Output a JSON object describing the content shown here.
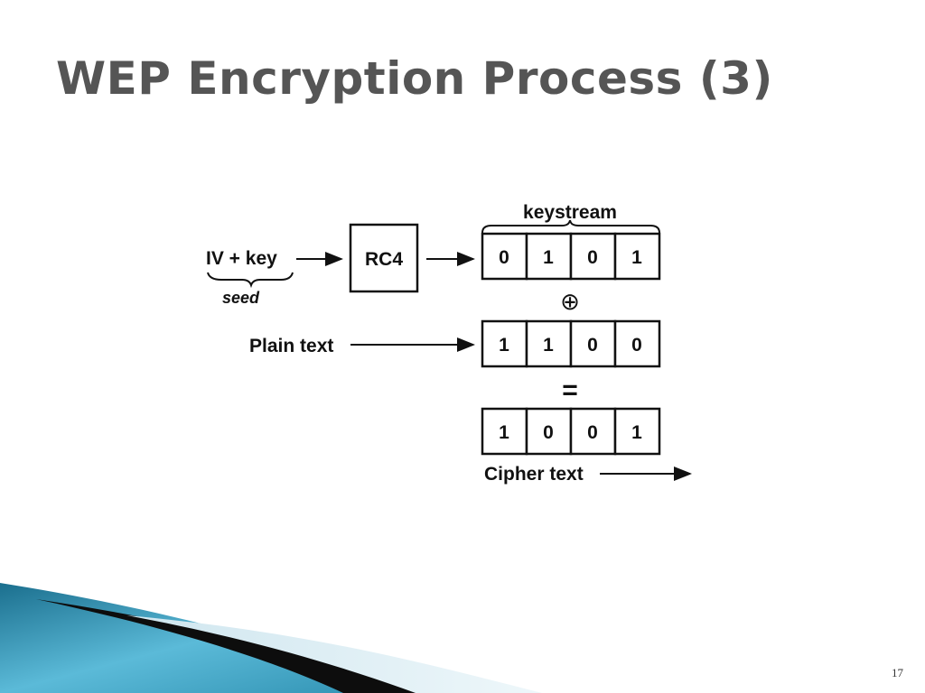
{
  "slide": {
    "title": "WEP Encryption Process (3)",
    "page_number": "17"
  },
  "diagram": {
    "input_label": "IV + key",
    "seed_label": "seed",
    "cipher_box_label": "RC4",
    "keystream_label": "keystream",
    "xor_symbol": "⊕",
    "equals_symbol": "=",
    "plaintext_label": "Plain text",
    "ciphertext_label": "Cipher text",
    "keystream_bits": [
      "0",
      "1",
      "0",
      "1"
    ],
    "plaintext_bits": [
      "1",
      "1",
      "0",
      "0"
    ],
    "ciphertext_bits": [
      "1",
      "0",
      "0",
      "1"
    ]
  },
  "colors": {
    "title": "#555555",
    "wave_dark": "#1b6f8e",
    "wave_light": "#5bbad8",
    "wave_pale": "#dceef5"
  }
}
